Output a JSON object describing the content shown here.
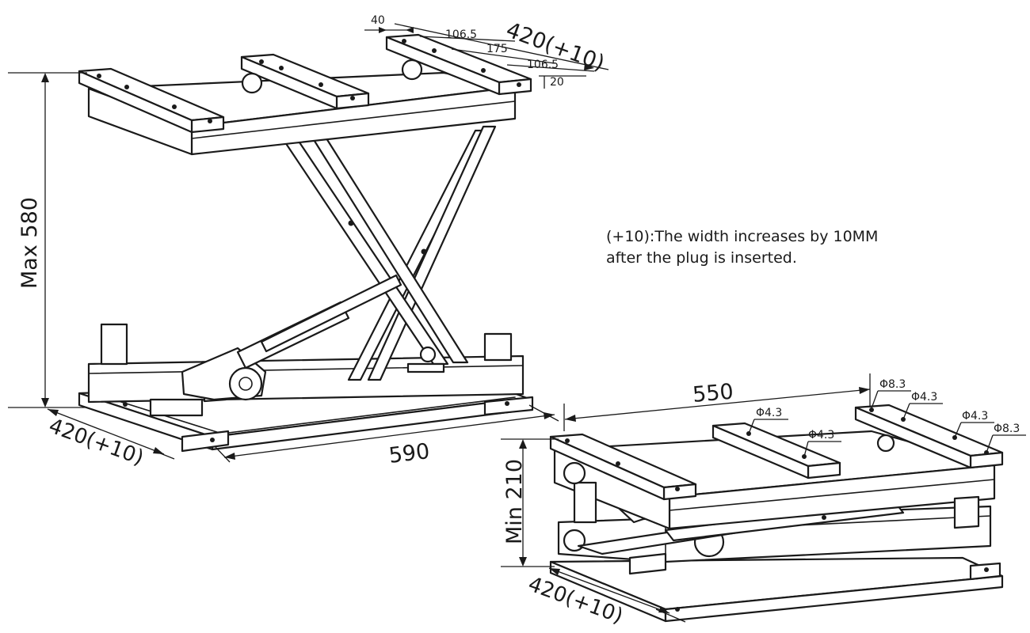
{
  "top_dims": {
    "slot": "40",
    "width": "420(+10)",
    "d1": "106.5",
    "d2": "175",
    "d3": "106.5",
    "d4": "20"
  },
  "raised": {
    "height": "Max 580",
    "width": "420(+10)",
    "length": "590"
  },
  "lowered": {
    "length": "550",
    "height": "Min 210",
    "width": "420(+10)",
    "holes": [
      "Φ8.3",
      "Φ4.3",
      "Φ4.3",
      "Φ8.3",
      "Φ4.3",
      "Φ4.3"
    ]
  },
  "note": {
    "line1": "(+10):The width increases by 10MM",
    "line2": "after the plug is inserted."
  },
  "colors": {
    "line": "#1a1a1a",
    "background": "#ffffff"
  }
}
